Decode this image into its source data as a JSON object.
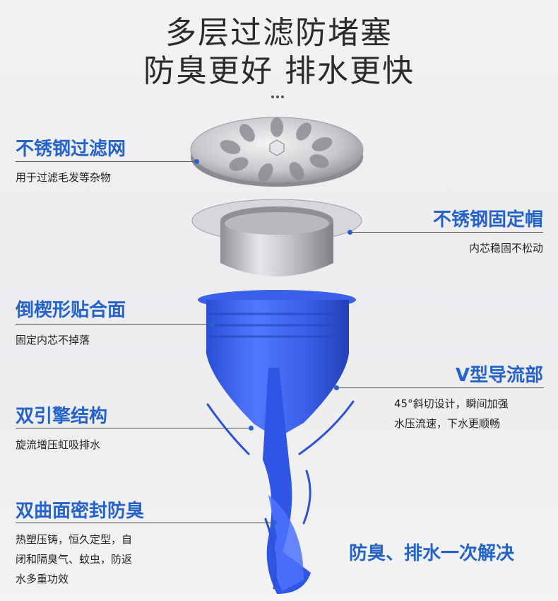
{
  "title": {
    "line1": "多层过滤防堵塞",
    "line2": "防臭更好 排水更快"
  },
  "features": {
    "filter_mesh": {
      "heading": "不锈钢过滤网",
      "desc": "用于过滤毛发等杂物"
    },
    "fixed_cap": {
      "heading": "不锈钢固定帽",
      "desc": "内芯稳固不松动"
    },
    "wedge_surface": {
      "heading": "倒楔形贴合面",
      "desc": "固定内芯不掉落"
    },
    "v_guide": {
      "heading": "V型导流部",
      "desc_line1": "45°斜切设计，瞬间加强",
      "desc_line2": "水压流速，下水更顺畅"
    },
    "dual_engine": {
      "heading": "双引擎结构",
      "desc": "旋流增压虹吸排水"
    },
    "dual_curve_seal": {
      "heading": "双曲面密封防臭",
      "desc_line1": "热塑压铸，恒久定型，自",
      "desc_line2": "闭和隔臭气、蚊虫，防返",
      "desc_line3": "水多重功效"
    }
  },
  "tagline": "防臭、排水一次解决",
  "colors": {
    "accent": "#2563c9",
    "silicone": "#3a5fe0",
    "steel": "#c9c9cd"
  }
}
